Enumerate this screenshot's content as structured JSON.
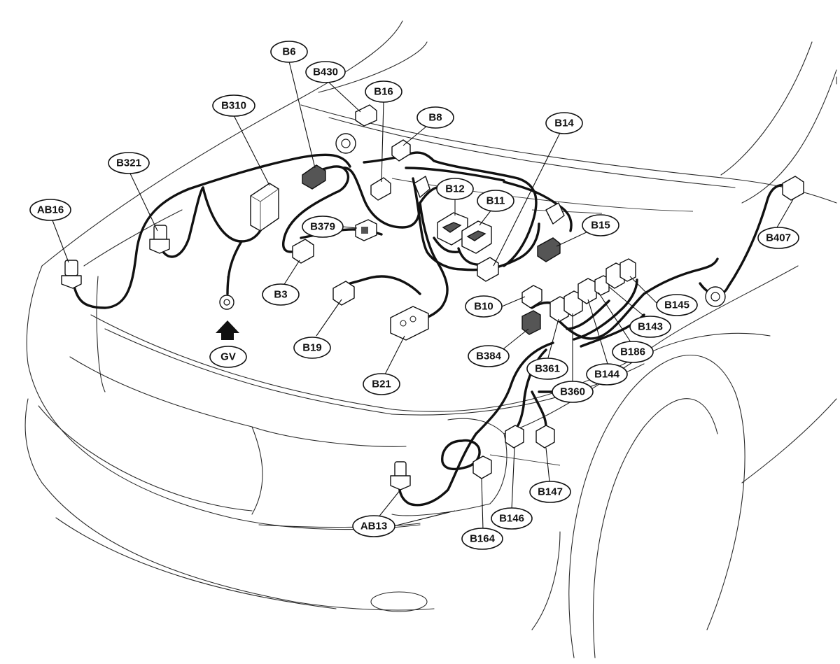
{
  "labels": {
    "B6": "B6",
    "B430": "B430",
    "B16": "B16",
    "B8": "B8",
    "B310": "B310",
    "B14": "B14",
    "B321": "B321",
    "B12": "B12",
    "B11": "B11",
    "AB16": "AB16",
    "B379": "B379",
    "B15": "B15",
    "B407": "B407",
    "B3": "B3",
    "B10": "B10",
    "B145": "B145",
    "B143": "B143",
    "GV": "GV",
    "B19": "B19",
    "B384": "B384",
    "B186": "B186",
    "B361": "B361",
    "B144": "B144",
    "B21": "B21",
    "B360": "B360",
    "B147": "B147",
    "B146": "B146",
    "AB13": "AB13",
    "B164": "B164"
  }
}
